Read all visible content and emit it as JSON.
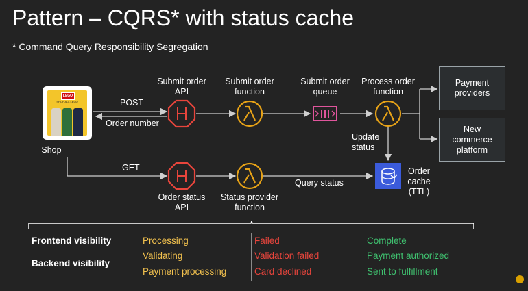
{
  "title": "Pattern – CQRS* with status cache",
  "subtitle": "* Command Query Responsibility Segregation",
  "nodes": {
    "shop": "Shop",
    "shop_banner": "SHOP ALL LEGO",
    "submit_order_api": [
      "Submit order",
      "API"
    ],
    "submit_order_function": [
      "Submit order",
      "function"
    ],
    "submit_order_queue": [
      "Submit order",
      "queue"
    ],
    "process_order_function": [
      "Process order",
      "function"
    ],
    "payment_providers": [
      "Payment",
      "providers"
    ],
    "new_commerce_platform": [
      "New",
      "commerce",
      "platform"
    ],
    "order_cache": [
      "Order",
      "cache",
      "(TTL)"
    ],
    "order_status_api": [
      "Order status",
      "API"
    ],
    "status_provider_function": [
      "Status provider",
      "function"
    ]
  },
  "edges": {
    "post": "POST",
    "order_number": "Order number",
    "get": "GET",
    "update_status": [
      "Update",
      "status"
    ],
    "query_status": "Query status"
  },
  "table": {
    "frontend_label": "Frontend visibility",
    "backend_label": "Backend visibility",
    "rows": [
      [
        "Processing",
        "Failed",
        "Complete"
      ],
      [
        "Validating",
        "Validation failed",
        "Payment authorized"
      ],
      [
        "Payment processing",
        "Card declined",
        "Sent to fulfillment"
      ]
    ]
  },
  "colors": {
    "api": "#e8453c",
    "lambda": "#e8a317",
    "queue": "#e0559c",
    "cache": "#3b5bdb",
    "status_in_progress": "#f2c14e",
    "status_failed": "#e8453c",
    "status_success": "#3fc06f"
  },
  "icons": {
    "api": "api-gateway-icon",
    "function": "lambda-icon",
    "queue": "queue-icon",
    "cache": "database-cache-icon"
  }
}
